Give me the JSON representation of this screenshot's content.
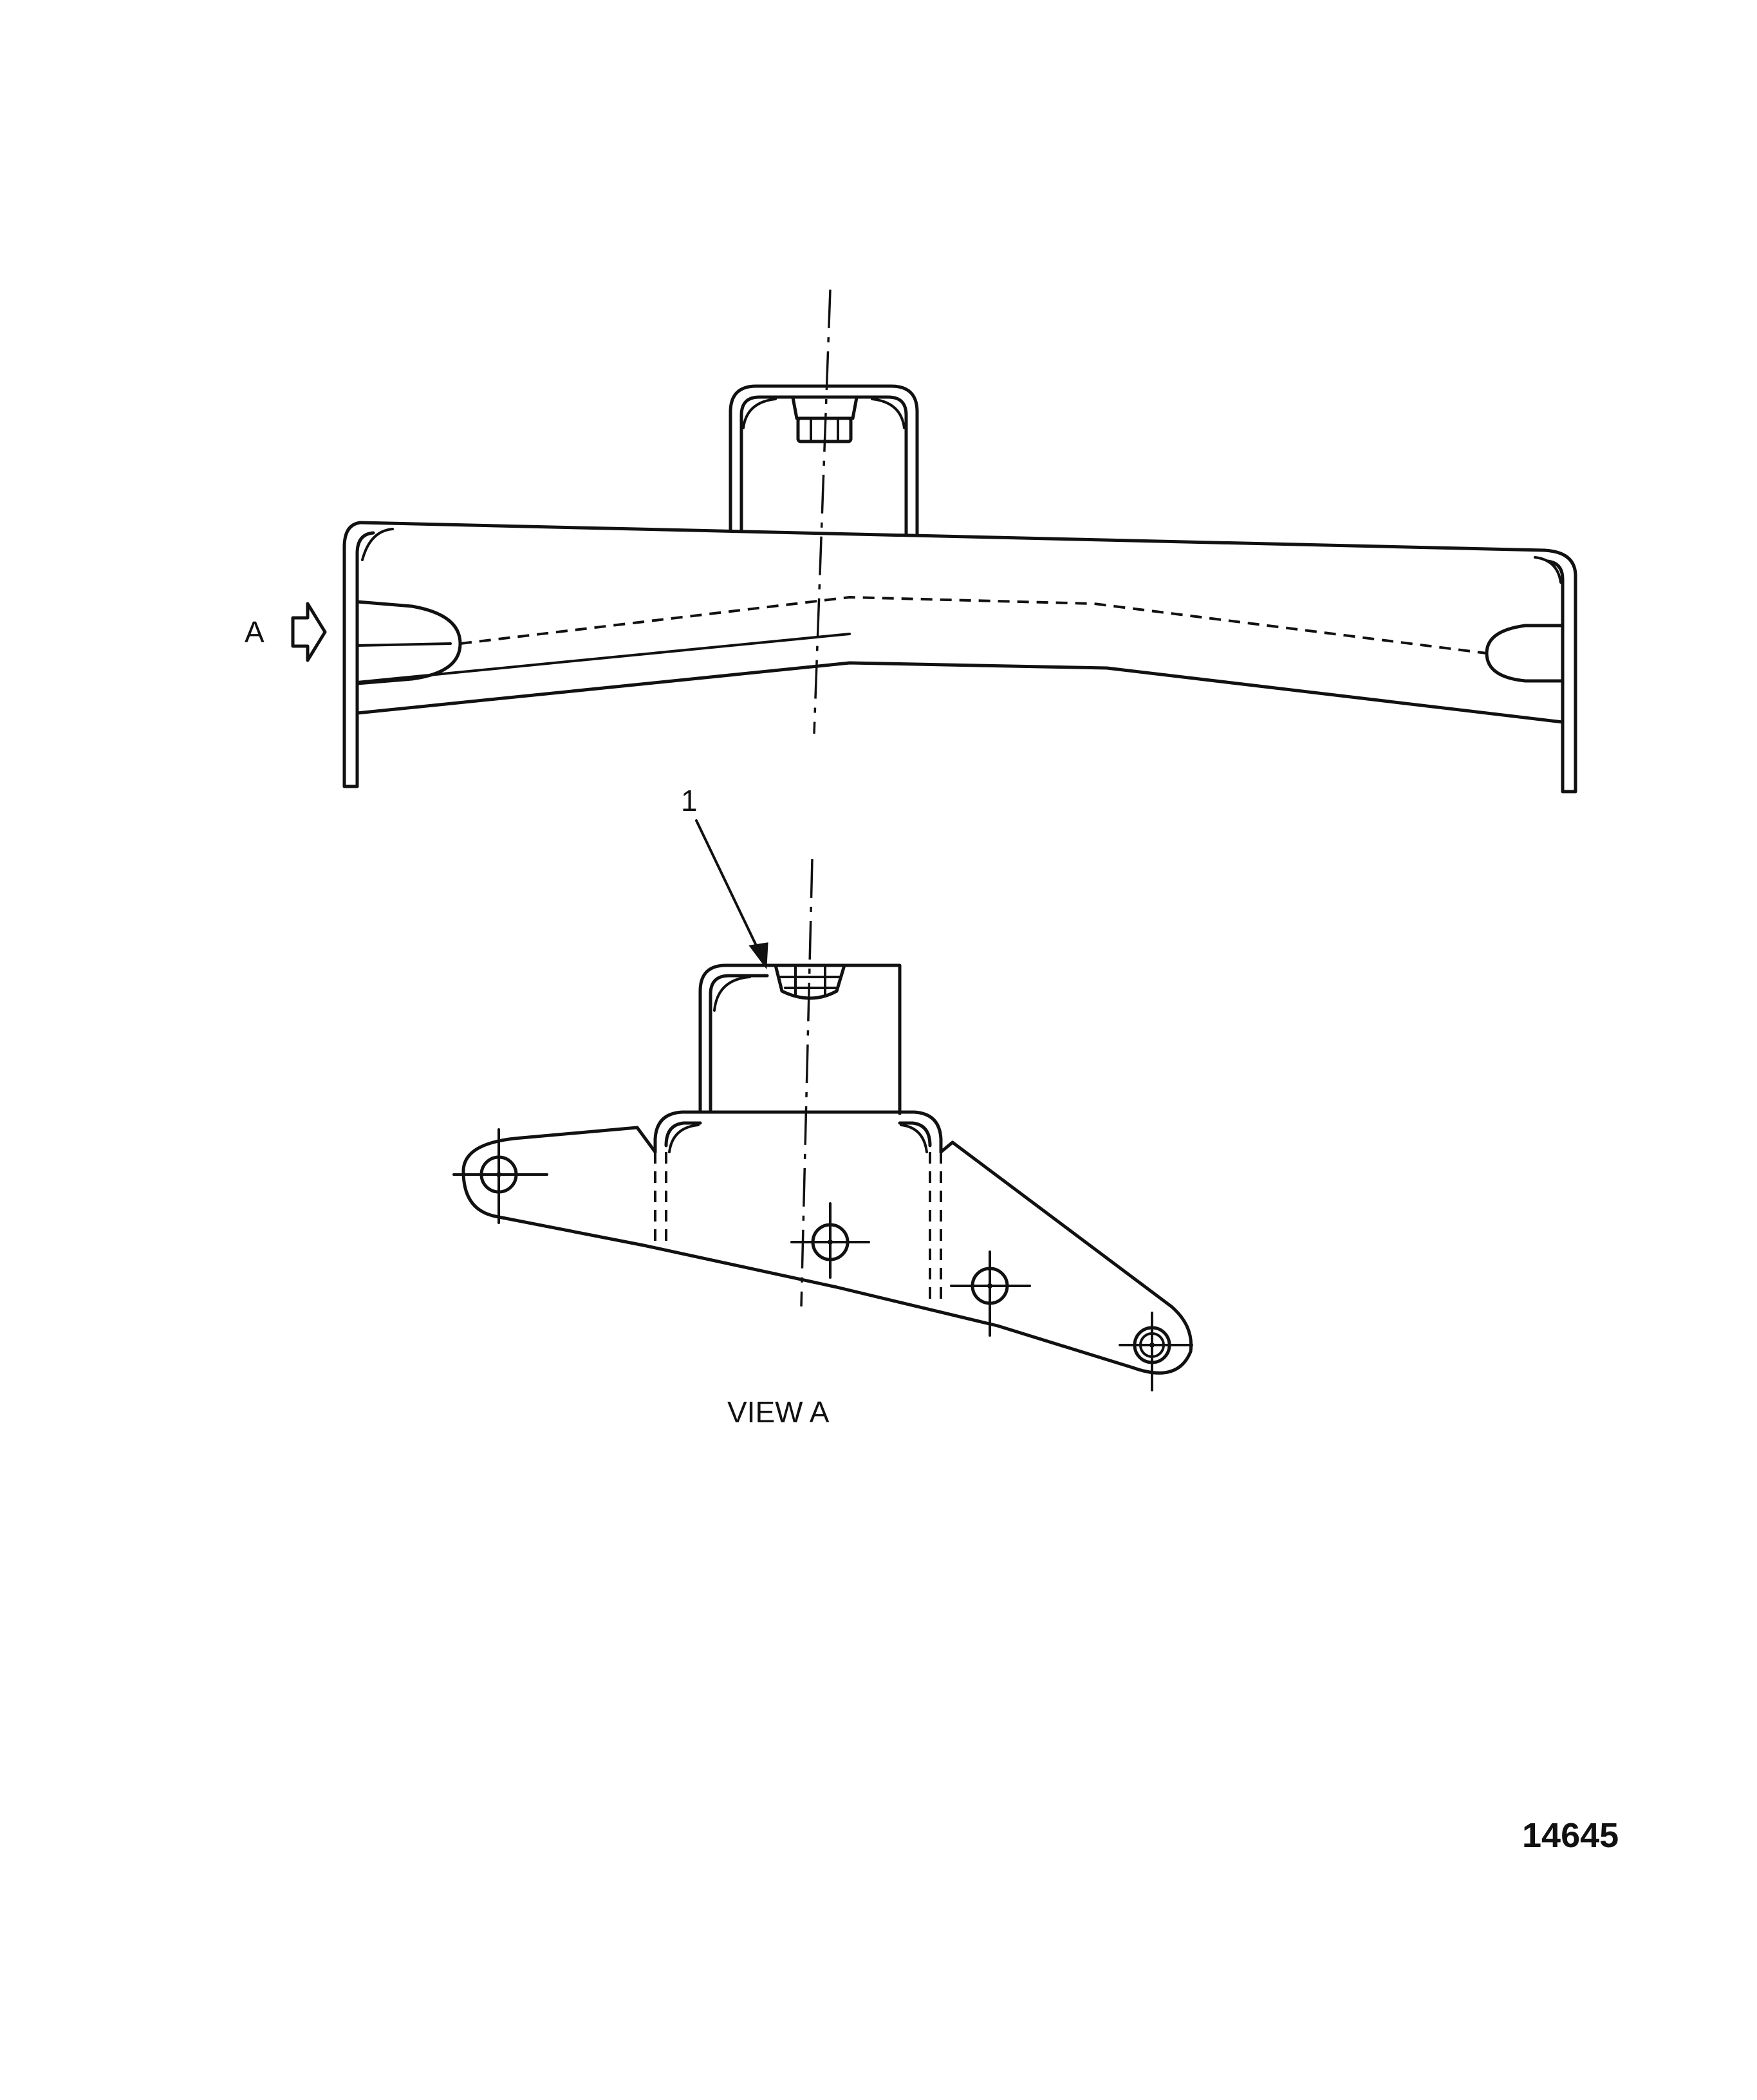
{
  "labels": {
    "view_arrow_letter": "A",
    "callout_number": "1",
    "view_caption": "VIEW A",
    "figure_number": "14645"
  }
}
